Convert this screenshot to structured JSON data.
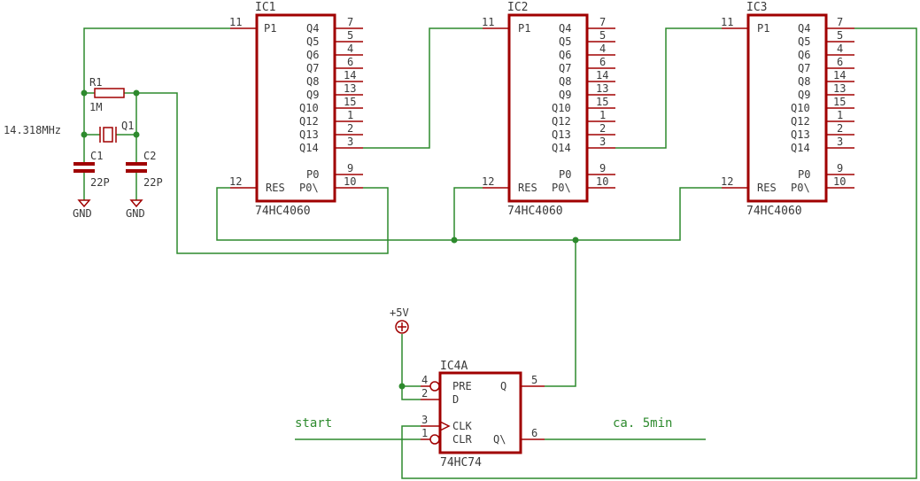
{
  "ic1": {
    "name": "IC1",
    "part": "74HC4060",
    "left_pins": [
      {
        "num": "11",
        "label": "P1"
      },
      {
        "num": "12",
        "label": "RES"
      }
    ],
    "right_pins": [
      {
        "num": "7",
        "label": "Q4"
      },
      {
        "num": "5",
        "label": "Q5"
      },
      {
        "num": "4",
        "label": "Q6"
      },
      {
        "num": "6",
        "label": "Q7"
      },
      {
        "num": "14",
        "label": "Q8"
      },
      {
        "num": "13",
        "label": "Q9"
      },
      {
        "num": "15",
        "label": "Q10"
      },
      {
        "num": "1",
        "label": "Q12"
      },
      {
        "num": "2",
        "label": "Q13"
      },
      {
        "num": "3",
        "label": "Q14"
      },
      {
        "num": "9",
        "label": "P0"
      },
      {
        "num": "10",
        "label": "P0\\"
      }
    ]
  },
  "ic2": {
    "name": "IC2",
    "part": "74HC4060",
    "left_pins": [
      {
        "num": "11",
        "label": "P1"
      },
      {
        "num": "12",
        "label": "RES"
      }
    ],
    "right_pins": [
      {
        "num": "7",
        "label": "Q4"
      },
      {
        "num": "5",
        "label": "Q5"
      },
      {
        "num": "4",
        "label": "Q6"
      },
      {
        "num": "6",
        "label": "Q7"
      },
      {
        "num": "14",
        "label": "Q8"
      },
      {
        "num": "13",
        "label": "Q9"
      },
      {
        "num": "15",
        "label": "Q10"
      },
      {
        "num": "1",
        "label": "Q12"
      },
      {
        "num": "2",
        "label": "Q13"
      },
      {
        "num": "3",
        "label": "Q14"
      },
      {
        "num": "9",
        "label": "P0"
      },
      {
        "num": "10",
        "label": "P0\\"
      }
    ]
  },
  "ic3": {
    "name": "IC3",
    "part": "74HC4060",
    "left_pins": [
      {
        "num": "11",
        "label": "P1"
      },
      {
        "num": "12",
        "label": "RES"
      }
    ],
    "right_pins": [
      {
        "num": "7",
        "label": "Q4"
      },
      {
        "num": "5",
        "label": "Q5"
      },
      {
        "num": "4",
        "label": "Q6"
      },
      {
        "num": "6",
        "label": "Q7"
      },
      {
        "num": "14",
        "label": "Q8"
      },
      {
        "num": "13",
        "label": "Q9"
      },
      {
        "num": "15",
        "label": "Q10"
      },
      {
        "num": "1",
        "label": "Q12"
      },
      {
        "num": "2",
        "label": "Q13"
      },
      {
        "num": "3",
        "label": "Q14"
      },
      {
        "num": "9",
        "label": "P0"
      },
      {
        "num": "10",
        "label": "P0\\"
      }
    ]
  },
  "ic4": {
    "name": "IC4A",
    "part": "74HC74",
    "pins": {
      "pre": {
        "num": "4",
        "label": "PRE"
      },
      "d": {
        "num": "2",
        "label": "D"
      },
      "clk": {
        "num": "3",
        "label": "CLK"
      },
      "clr": {
        "num": "1",
        "label": "CLR"
      },
      "q": {
        "num": "5",
        "label": "Q"
      },
      "qn": {
        "num": "6",
        "label": "Q\\"
      }
    }
  },
  "r1": {
    "name": "R1",
    "value": "1M"
  },
  "q1": {
    "name": "Q1",
    "value": "14.318MHz"
  },
  "c1": {
    "name": "C1",
    "value": "22P"
  },
  "c2": {
    "name": "C2",
    "value": "22P"
  },
  "gnd1": "GND",
  "gnd2": "GND",
  "supply": "+5V",
  "nets": {
    "start": "start",
    "output": "ca. 5min"
  },
  "colors": {
    "symbol": "#a00000",
    "wire": "#2d8a2d",
    "text": "#3a3a3a"
  }
}
